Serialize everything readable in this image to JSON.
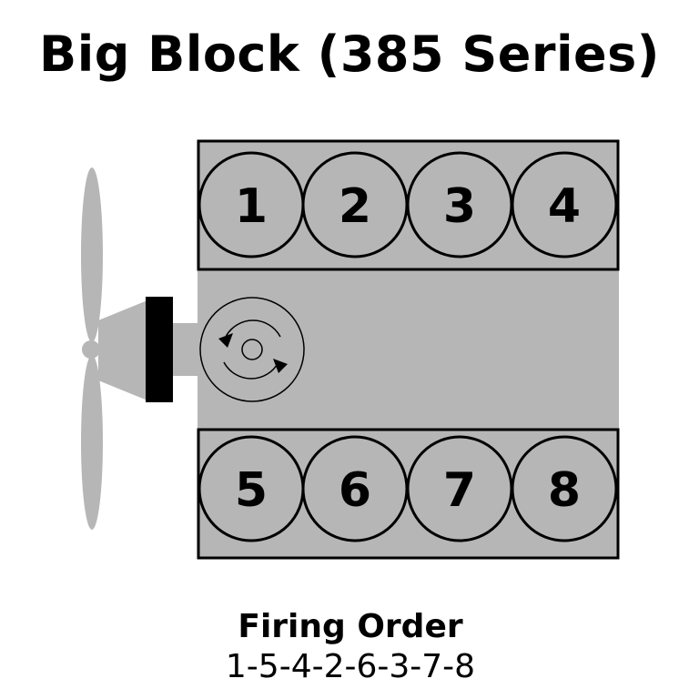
{
  "title": "Big Block (385 Series)",
  "colors": {
    "block_fill": "#b6b6b6",
    "outline": "#000000",
    "fan": "#b6b6b6",
    "pulley": "#000000",
    "background": "#ffffff"
  },
  "cylinders": {
    "top_bank": [
      "1",
      "2",
      "3",
      "4"
    ],
    "bottom_bank": [
      "5",
      "6",
      "7",
      "8"
    ]
  },
  "icons": {
    "distributor": "rotation-arrows-icon",
    "fan": "fan-icon",
    "pulley": "pulley-icon"
  },
  "firing_order": {
    "label": "Firing Order",
    "value": "1-5-4-2-6-3-7-8"
  }
}
